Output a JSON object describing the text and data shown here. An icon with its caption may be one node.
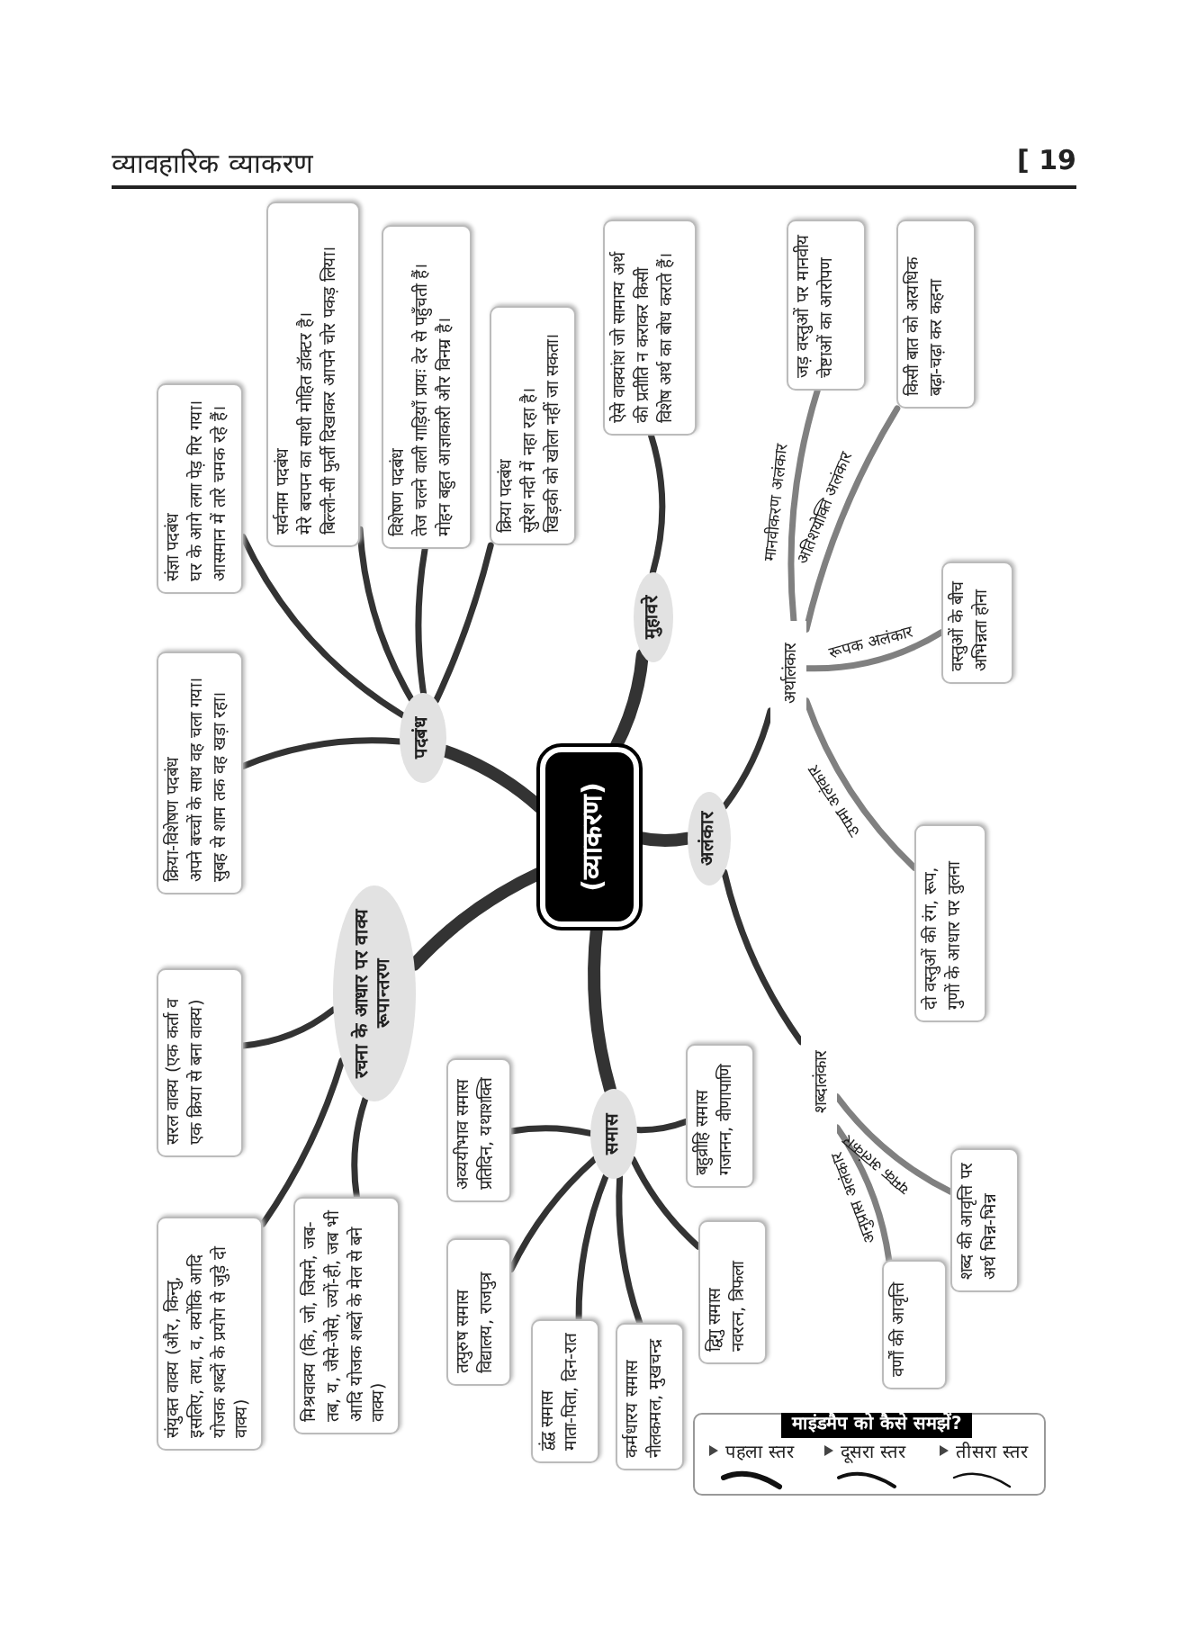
{
  "diagram": {
    "title": "व्यावहारिक व्याकरण",
    "nodes": [
      {
        "text": [
          "(व्याकरण)"
        ]
      },
      {
        "text": [
          "पदबंध"
        ]
      },
      {
        "text": [
          "संज्ञा पदबंध",
          "घर के आगे लगा पेड़ गिर गया।",
          "आसमान में तारे चमक रहे हैं।"
        ]
      },
      {
        "text": [
          "सर्वनाम पदबंध",
          "मेरे बचपन का साथी मोहित डॉक्टर है।",
          "बिल्ली-सी फुर्ती दिखाकर आपने चोर पकड़ लिया।"
        ]
      },
      {
        "text": [
          "विशेषण पदबंध",
          "तेज चलने वाली गाड़ियाँ प्रायः देर से पहुँचती हैं।",
          "मोहन बहुत आज्ञाकारी और विनम्र है।"
        ]
      },
      {
        "text": [
          "क्रिया पदबंध",
          "सुरेश नदी में नहा रहा है।",
          "खिड़की को खोला नहीं जा सकता।"
        ]
      },
      {
        "text": [
          "क्रिया-विशेषण पदबंध",
          "अपने बच्चों के साथ वह चला गया।",
          "सुबह से शाम तक वह खड़ा रहा।"
        ]
      },
      {
        "text": [
          "मुहावरे"
        ]
      },
      {
        "text": [
          "ऐसे वाक्यांश जो सामान्य अर्थ की प्रतीति न कराकर किसी विशेष अर्थ का बोध कराते हैं।"
        ]
      },
      {
        "text": [
          "अलंकार"
        ]
      },
      {
        "text": [
          "अर्थालंकार"
        ]
      },
      {
        "text": [
          "जड़ वस्तुओं पर मानवीय चेष्टाओं का आरोपण"
        ]
      },
      {
        "text": [
          "किसी बात को अत्यधिक बढ़ा-चढ़ा कर कहना"
        ]
      },
      {
        "text": [
          "वस्तुओं के बीच अभिन्नता होना"
        ]
      },
      {
        "text": [
          "दो वस्तुओं की रंग, रूप, गुणों के आधार पर तुलना"
        ]
      },
      {
        "text": [
          "शब्दालंकार"
        ]
      },
      {
        "text": [
          "शब्द की आवृत्ति पर अर्थ भिन्न-भिन्न"
        ]
      },
      {
        "text": [
          "वर्णों की आवृत्ति"
        ]
      },
      {
        "text": [
          "समास"
        ]
      },
      {
        "text": [
          "बहुव्रीहि समास",
          "गजानन, वीणापाणि"
        ]
      },
      {
        "text": [
          "द्विगु समास",
          "नवरत्न, त्रिफला"
        ]
      },
      {
        "text": [
          "कर्मधारय समास",
          "नीलकमल, मुखचन्द्र"
        ]
      },
      {
        "text": [
          "द्वंद्व समास",
          "माता-पिता, दिन-रात"
        ]
      },
      {
        "text": [
          "तत्पुरुष समास",
          "विद्यालय, राजपुत्र"
        ]
      },
      {
        "text": [
          "अव्ययीभाव समास",
          "प्रतिदिन, यथाशक्ति"
        ]
      },
      {
        "text": [
          "रचना के आधार पर वाक्य रूपान्तरण"
        ]
      },
      {
        "text": [
          "सरल वाक्य (एक कर्ता व एक क्रिया से बना वाक्य)"
        ]
      },
      {
        "text": [
          "मिश्रवाक्य (कि, जो, जिसने, जब-तब, य, जैसे-जैसे, ज्यों-ही, जब भी आदि योजक शब्दों के मेल से बने वाक्य)"
        ]
      },
      {
        "text": [
          "संयुक्त वाक्य (और, किन्तु, इसलिए, तथा, व, क्योंकि आदि योजक शब्दों के प्रयोग से जुड़े दो वाक्य)"
        ]
      }
    ],
    "edges": [
      {
        "from": 0,
        "to": 1,
        "arrow": "none",
        "style": "thick"
      },
      {
        "from": 0,
        "to": 7,
        "arrow": "none",
        "style": "thick"
      },
      {
        "from": 0,
        "to": 9,
        "arrow": "none",
        "style": "thick"
      },
      {
        "from": 0,
        "to": 18,
        "arrow": "none",
        "style": "thick"
      },
      {
        "from": 0,
        "to": 25,
        "arrow": "none",
        "style": "thick"
      },
      {
        "from": 1,
        "to": 2,
        "arrow": "none"
      },
      {
        "from": 1,
        "to": 3,
        "arrow": "none"
      },
      {
        "from": 1,
        "to": 4,
        "arrow": "none"
      },
      {
        "from": 1,
        "to": 5,
        "arrow": "none"
      },
      {
        "from": 1,
        "to": 6,
        "arrow": "none"
      },
      {
        "from": 7,
        "to": 8,
        "arrow": "none"
      },
      {
        "from": 9,
        "to": 10,
        "arrow": "none"
      },
      {
        "from": 9,
        "to": 15,
        "arrow": "none"
      },
      {
        "from": 10,
        "to": 11,
        "arrow": "none",
        "label": "मानवीकरण अलंकार",
        "color": "#808080"
      },
      {
        "from": 10,
        "to": 12,
        "arrow": "none",
        "label": "अतिशयोक्ति अलंकार",
        "color": "#808080"
      },
      {
        "from": 10,
        "to": 13,
        "arrow": "none",
        "label": "रूपक अलंकार",
        "color": "#808080"
      },
      {
        "from": 10,
        "to": 14,
        "arrow": "none",
        "label": "उपमा अलंकार",
        "color": "#808080"
      },
      {
        "from": 15,
        "to": 16,
        "arrow": "none",
        "label": "यमक अलंकार",
        "color": "#808080"
      },
      {
        "from": 15,
        "to": 17,
        "arrow": "none",
        "label": "अनुप्रास अलंकार",
        "color": "#808080"
      },
      {
        "from": 18,
        "to": 19,
        "arrow": "none"
      },
      {
        "from": 18,
        "to": 20,
        "arrow": "none"
      },
      {
        "from": 18,
        "to": 21,
        "arrow": "none"
      },
      {
        "from": 18,
        "to": 22,
        "arrow": "none"
      },
      {
        "from": 18,
        "to": 23,
        "arrow": "none"
      },
      {
        "from": 18,
        "to": 24,
        "arrow": "none"
      },
      {
        "from": 25,
        "to": 26,
        "arrow": "none"
      },
      {
        "from": 25,
        "to": 27,
        "arrow": "none"
      },
      {
        "from": 25,
        "to": 28,
        "arrow": "none"
      }
    ],
    "labels": [
      "[ 19",
      "माइंडमैप को कैसे समझें?"
    ],
    "legend": [
      {
        "text": "पहला स्तर"
      },
      {
        "text": "दूसरा स्तर"
      },
      {
        "text": "तीसरा स्तर"
      }
    ]
  }
}
